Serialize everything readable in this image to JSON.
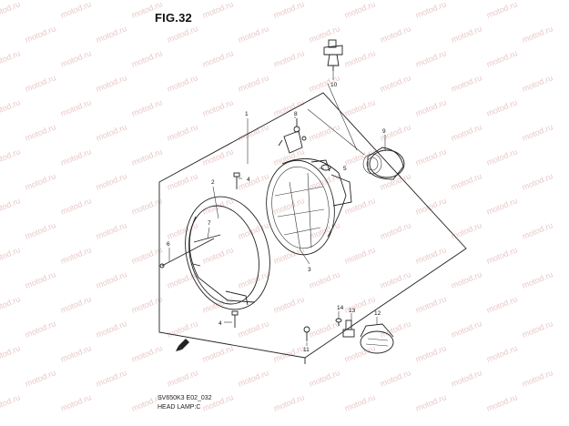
{
  "figure": {
    "title": "FIG.32",
    "code": "SV650K3 E02_032",
    "name": "HEAD LAMP:C"
  },
  "watermark": {
    "text": "motod.ru"
  },
  "callouts": {
    "c1": "1",
    "c2": "2",
    "c3": "3",
    "c4a": "4",
    "c4b": "4",
    "c5": "5",
    "c6": "6",
    "c7": "7",
    "c8": "8",
    "c9": "9",
    "c10": "10",
    "c11": "11",
    "c12": "12",
    "c13": "13",
    "c14": "14"
  },
  "colors": {
    "line": "#222222",
    "watermark": "#e9c8c8"
  }
}
